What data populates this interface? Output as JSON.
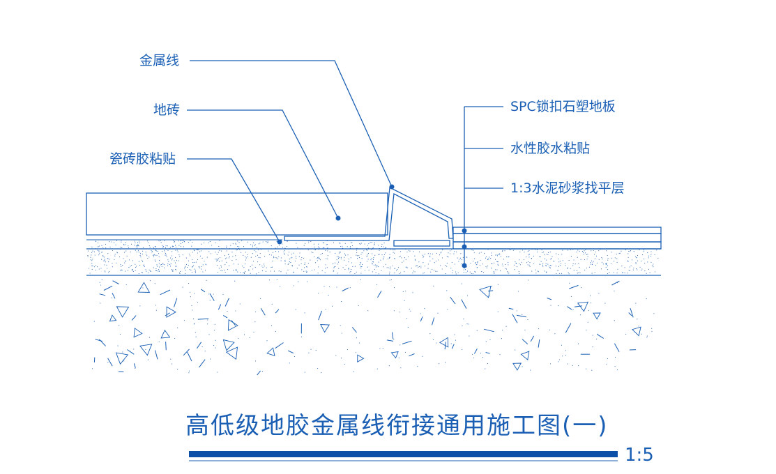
{
  "labels": {
    "metal_strip": "金属线",
    "floor_tile": "地砖",
    "tile_adhesive": "瓷砖胶粘贴",
    "spc_floor": "SPC锁扣石塑地板",
    "water_glue": "水性胶水粘贴",
    "mortar_layer": "1:3水泥砂浆找平层"
  },
  "title": "高低级地胶金属线衔接通用施工图(一)",
  "scale": "1:5",
  "colors": {
    "line": "#1a5fb4",
    "title_bar": "#0b4fa8"
  }
}
